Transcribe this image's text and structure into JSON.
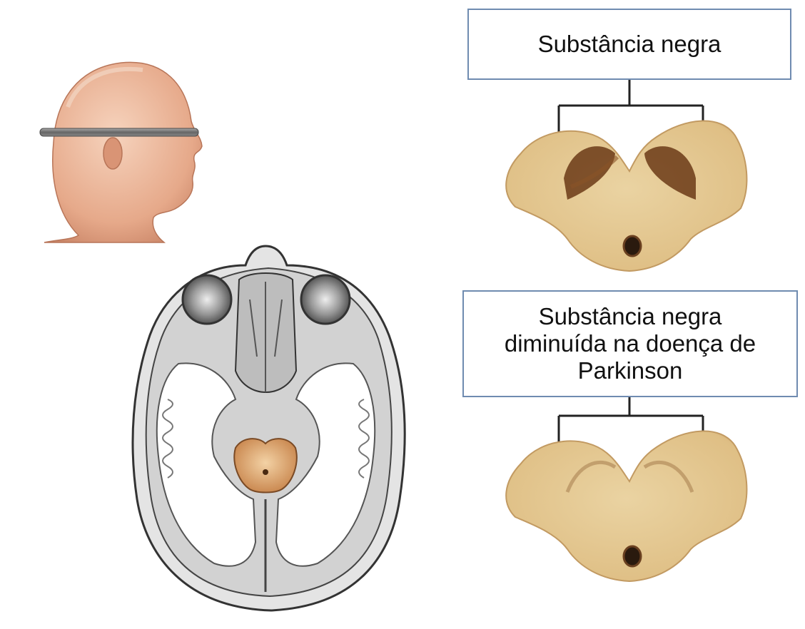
{
  "labels": {
    "normal": "Substância negra",
    "parkinson_lines": [
      "Substância negra",
      "diminuída na doença de",
      "Parkinson"
    ]
  },
  "colors": {
    "box_border": "#6f8bb0",
    "tissue": "#e9cf9c",
    "tissue_edge": "#c9a56b",
    "pigment_dark": "#6b3a16",
    "pigment_faint": "#a67c4d",
    "bracket": "#222222"
  },
  "pigmentation": {
    "normal": "dark",
    "parkinson": "faint"
  }
}
